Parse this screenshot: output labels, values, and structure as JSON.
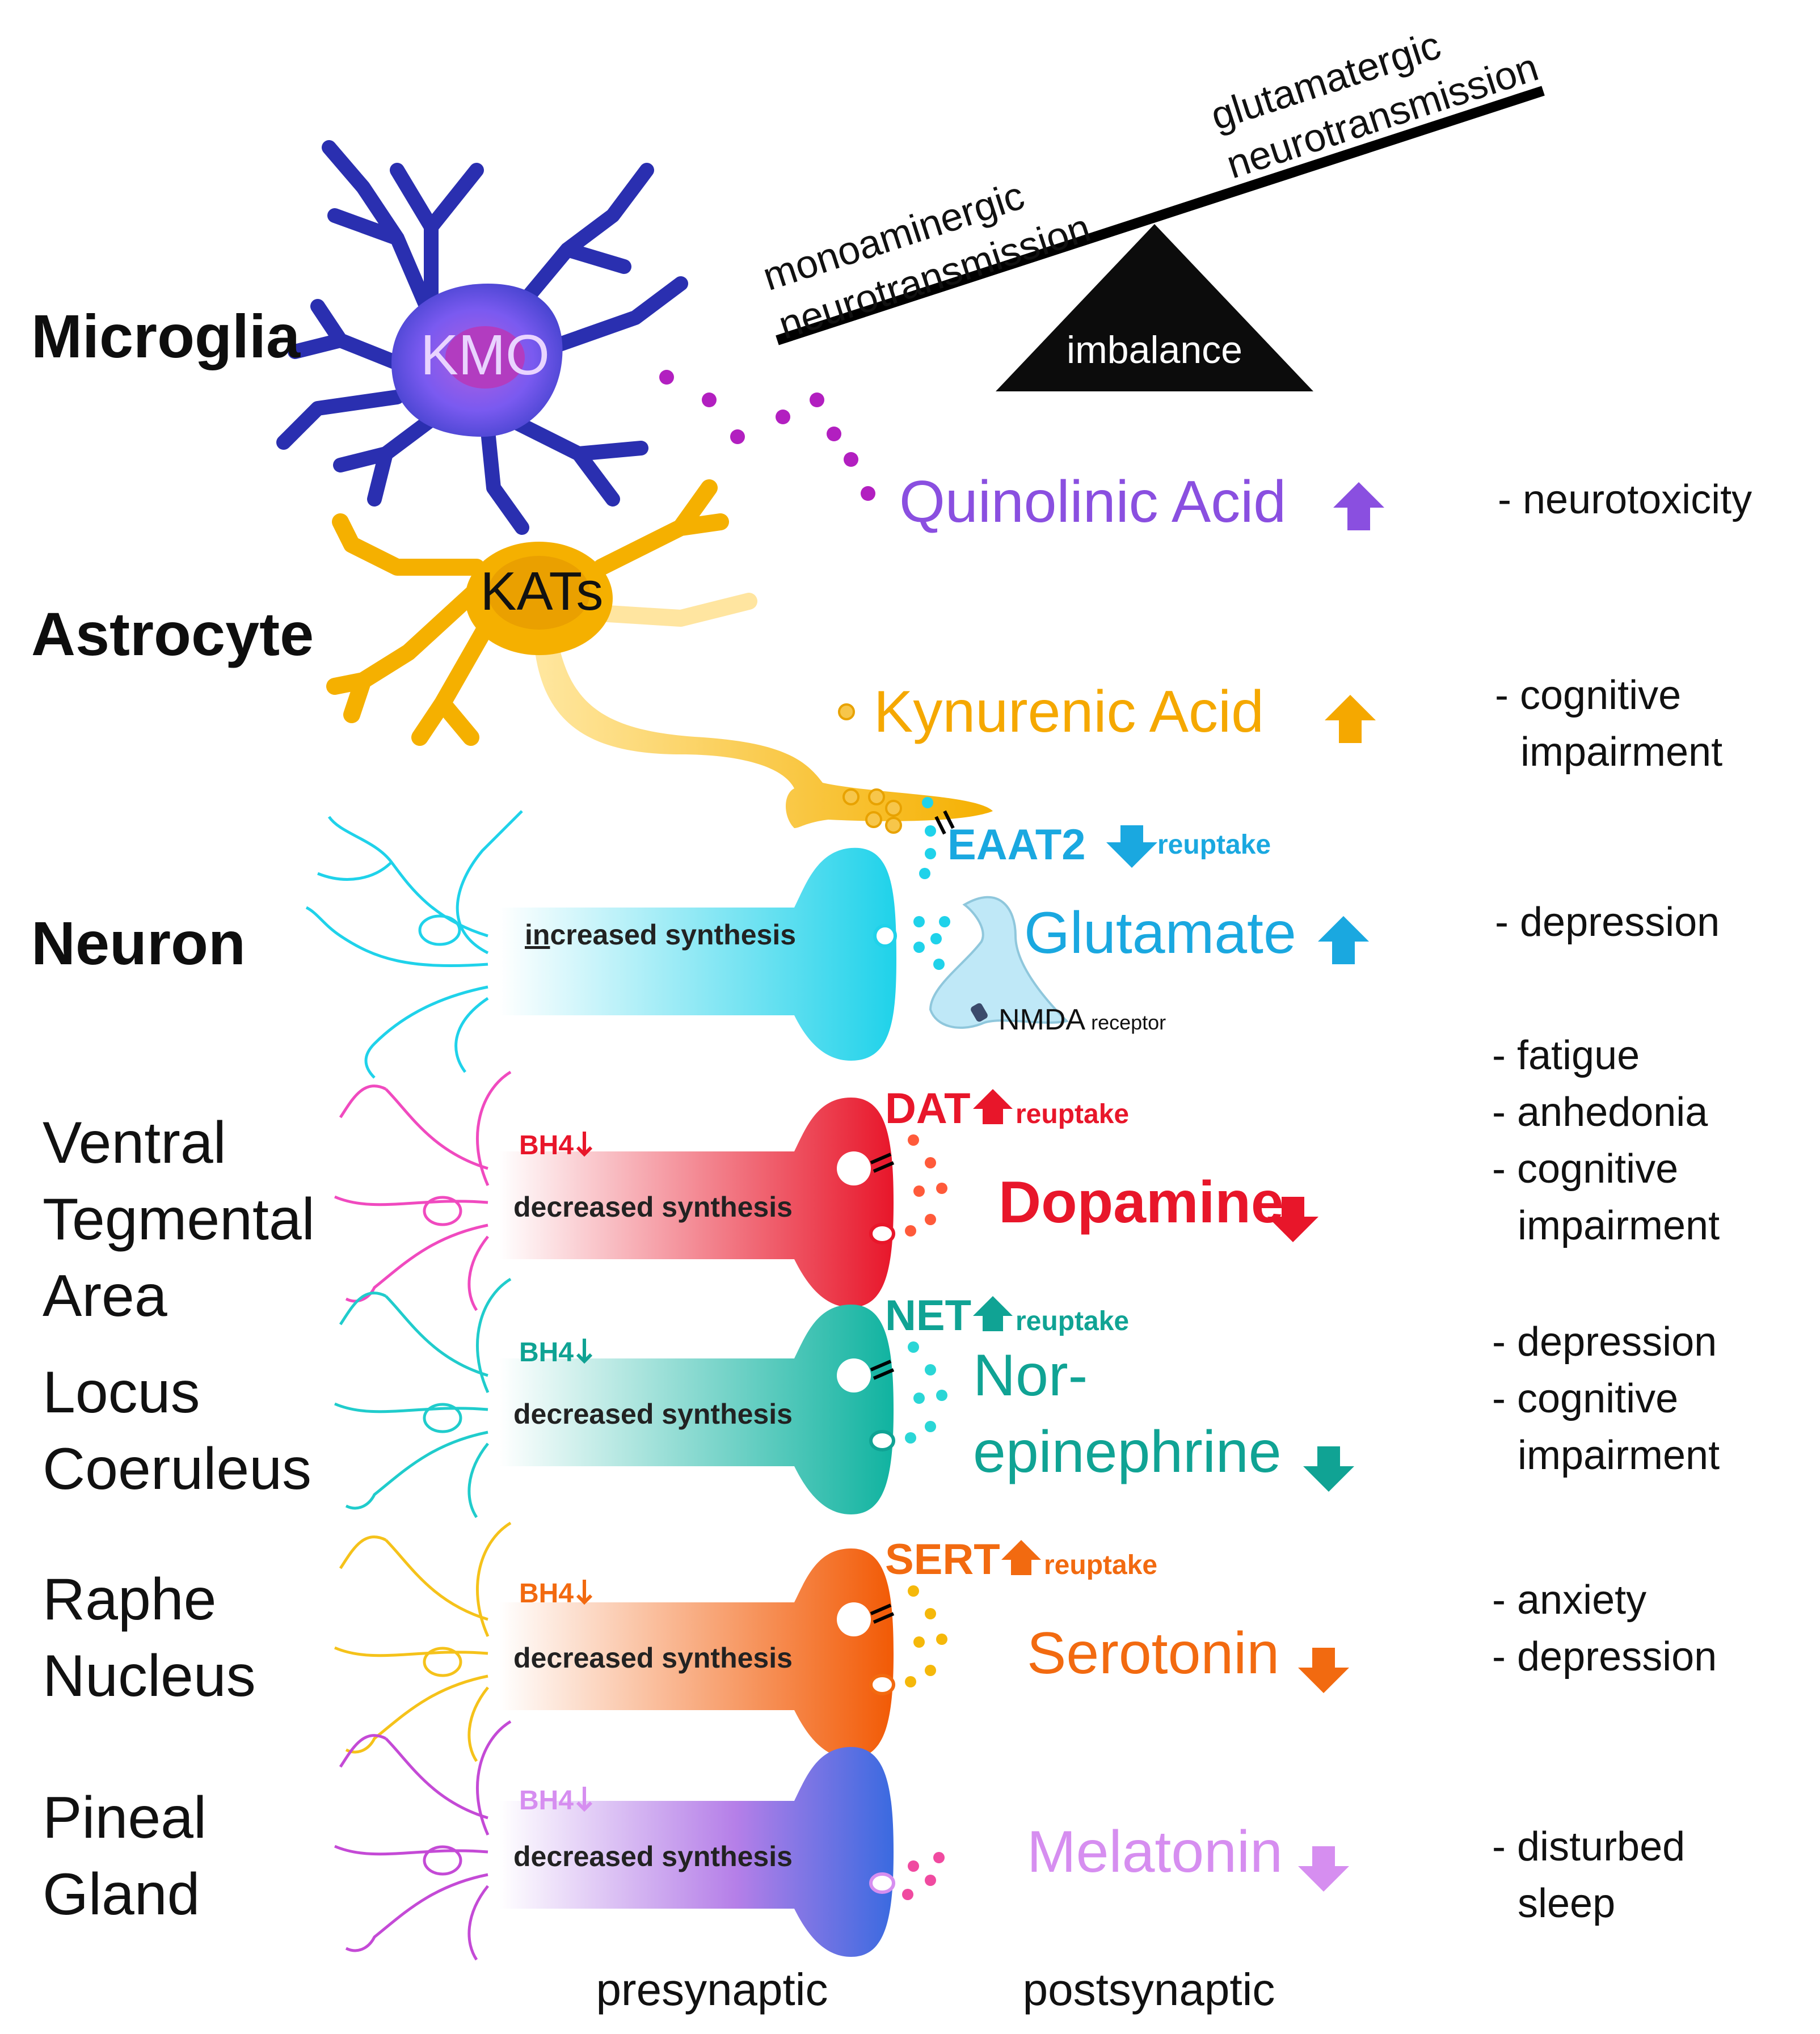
{
  "balance": {
    "left_line1": "monoaminergic",
    "left_line2": "neurotransmission",
    "right_line1": "glutamatergic",
    "right_line2": "neurotransmission",
    "fulcrum_label": "imbalance"
  },
  "cells": {
    "microglia": {
      "label": "Microglia",
      "enzyme": "KMO"
    },
    "astrocyte": {
      "label": "Astrocyte",
      "enzyme": "KATs"
    },
    "neuron": {
      "label": "Neuron"
    }
  },
  "metabolites": {
    "quinolinic": {
      "label": "Quinolinic Acid",
      "effect": "- neurotoxicity",
      "color": "#8a4fe0"
    },
    "kynurenic": {
      "label": "Kynurenic Acid",
      "effect_line1": "- cognitive",
      "effect_line2": "impairment",
      "color": "#f5a800"
    }
  },
  "glutamate": {
    "transporter": "EAAT2",
    "reuptake": "reuptake",
    "synthesis": "increased synthesis",
    "synthesis_underline": "in",
    "synthesis_rest": "creased synthesis",
    "transmitter": "Glutamate",
    "receptor": "NMDA",
    "receptor_suffix": "receptor",
    "effect": "- depression",
    "color": "#1aa8e0"
  },
  "pathways": [
    {
      "region_lines": [
        "Ventral",
        "Tegmental",
        "Area"
      ],
      "cofactor": "BH4",
      "synthesis": "decreased synthesis",
      "transporter": "DAT",
      "reuptake": "reuptake",
      "transmitter_lines": [
        "Dopamine"
      ],
      "effects": [
        "- fatigue",
        "- anhedonia",
        "- cognitive",
        "impairment"
      ],
      "color": "#e8162a"
    },
    {
      "region_lines": [
        "Locus",
        "Coeruleus"
      ],
      "cofactor": "BH4",
      "synthesis": "decreased synthesis",
      "transporter": "NET",
      "reuptake": "reuptake",
      "transmitter_lines": [
        "Nor-",
        "epinephrine"
      ],
      "effects": [
        "- depression",
        "- cognitive",
        "impairment"
      ],
      "color": "#10a394"
    },
    {
      "region_lines": [
        "Raphe",
        "Nucleus"
      ],
      "cofactor": "BH4",
      "synthesis": "decreased synthesis",
      "transporter": "SERT",
      "reuptake": "reuptake",
      "transmitter_lines": [
        "Serotonin"
      ],
      "effects": [
        "- anxiety",
        "- depression"
      ],
      "color": "#f26a10"
    },
    {
      "region_lines": [
        "Pineal",
        "Gland"
      ],
      "cofactor": "BH4",
      "synthesis": "decreased synthesis",
      "transporter": "",
      "reuptake": "",
      "transmitter_lines": [
        "Melatonin"
      ],
      "effects": [
        "- disturbed",
        "sleep"
      ],
      "color": "#d68ef0"
    }
  ],
  "axis": {
    "presynaptic": "presynaptic",
    "postsynaptic": "postsynaptic"
  },
  "icons": {
    "up": "arrow-up-icon",
    "down": "arrow-down-icon"
  }
}
